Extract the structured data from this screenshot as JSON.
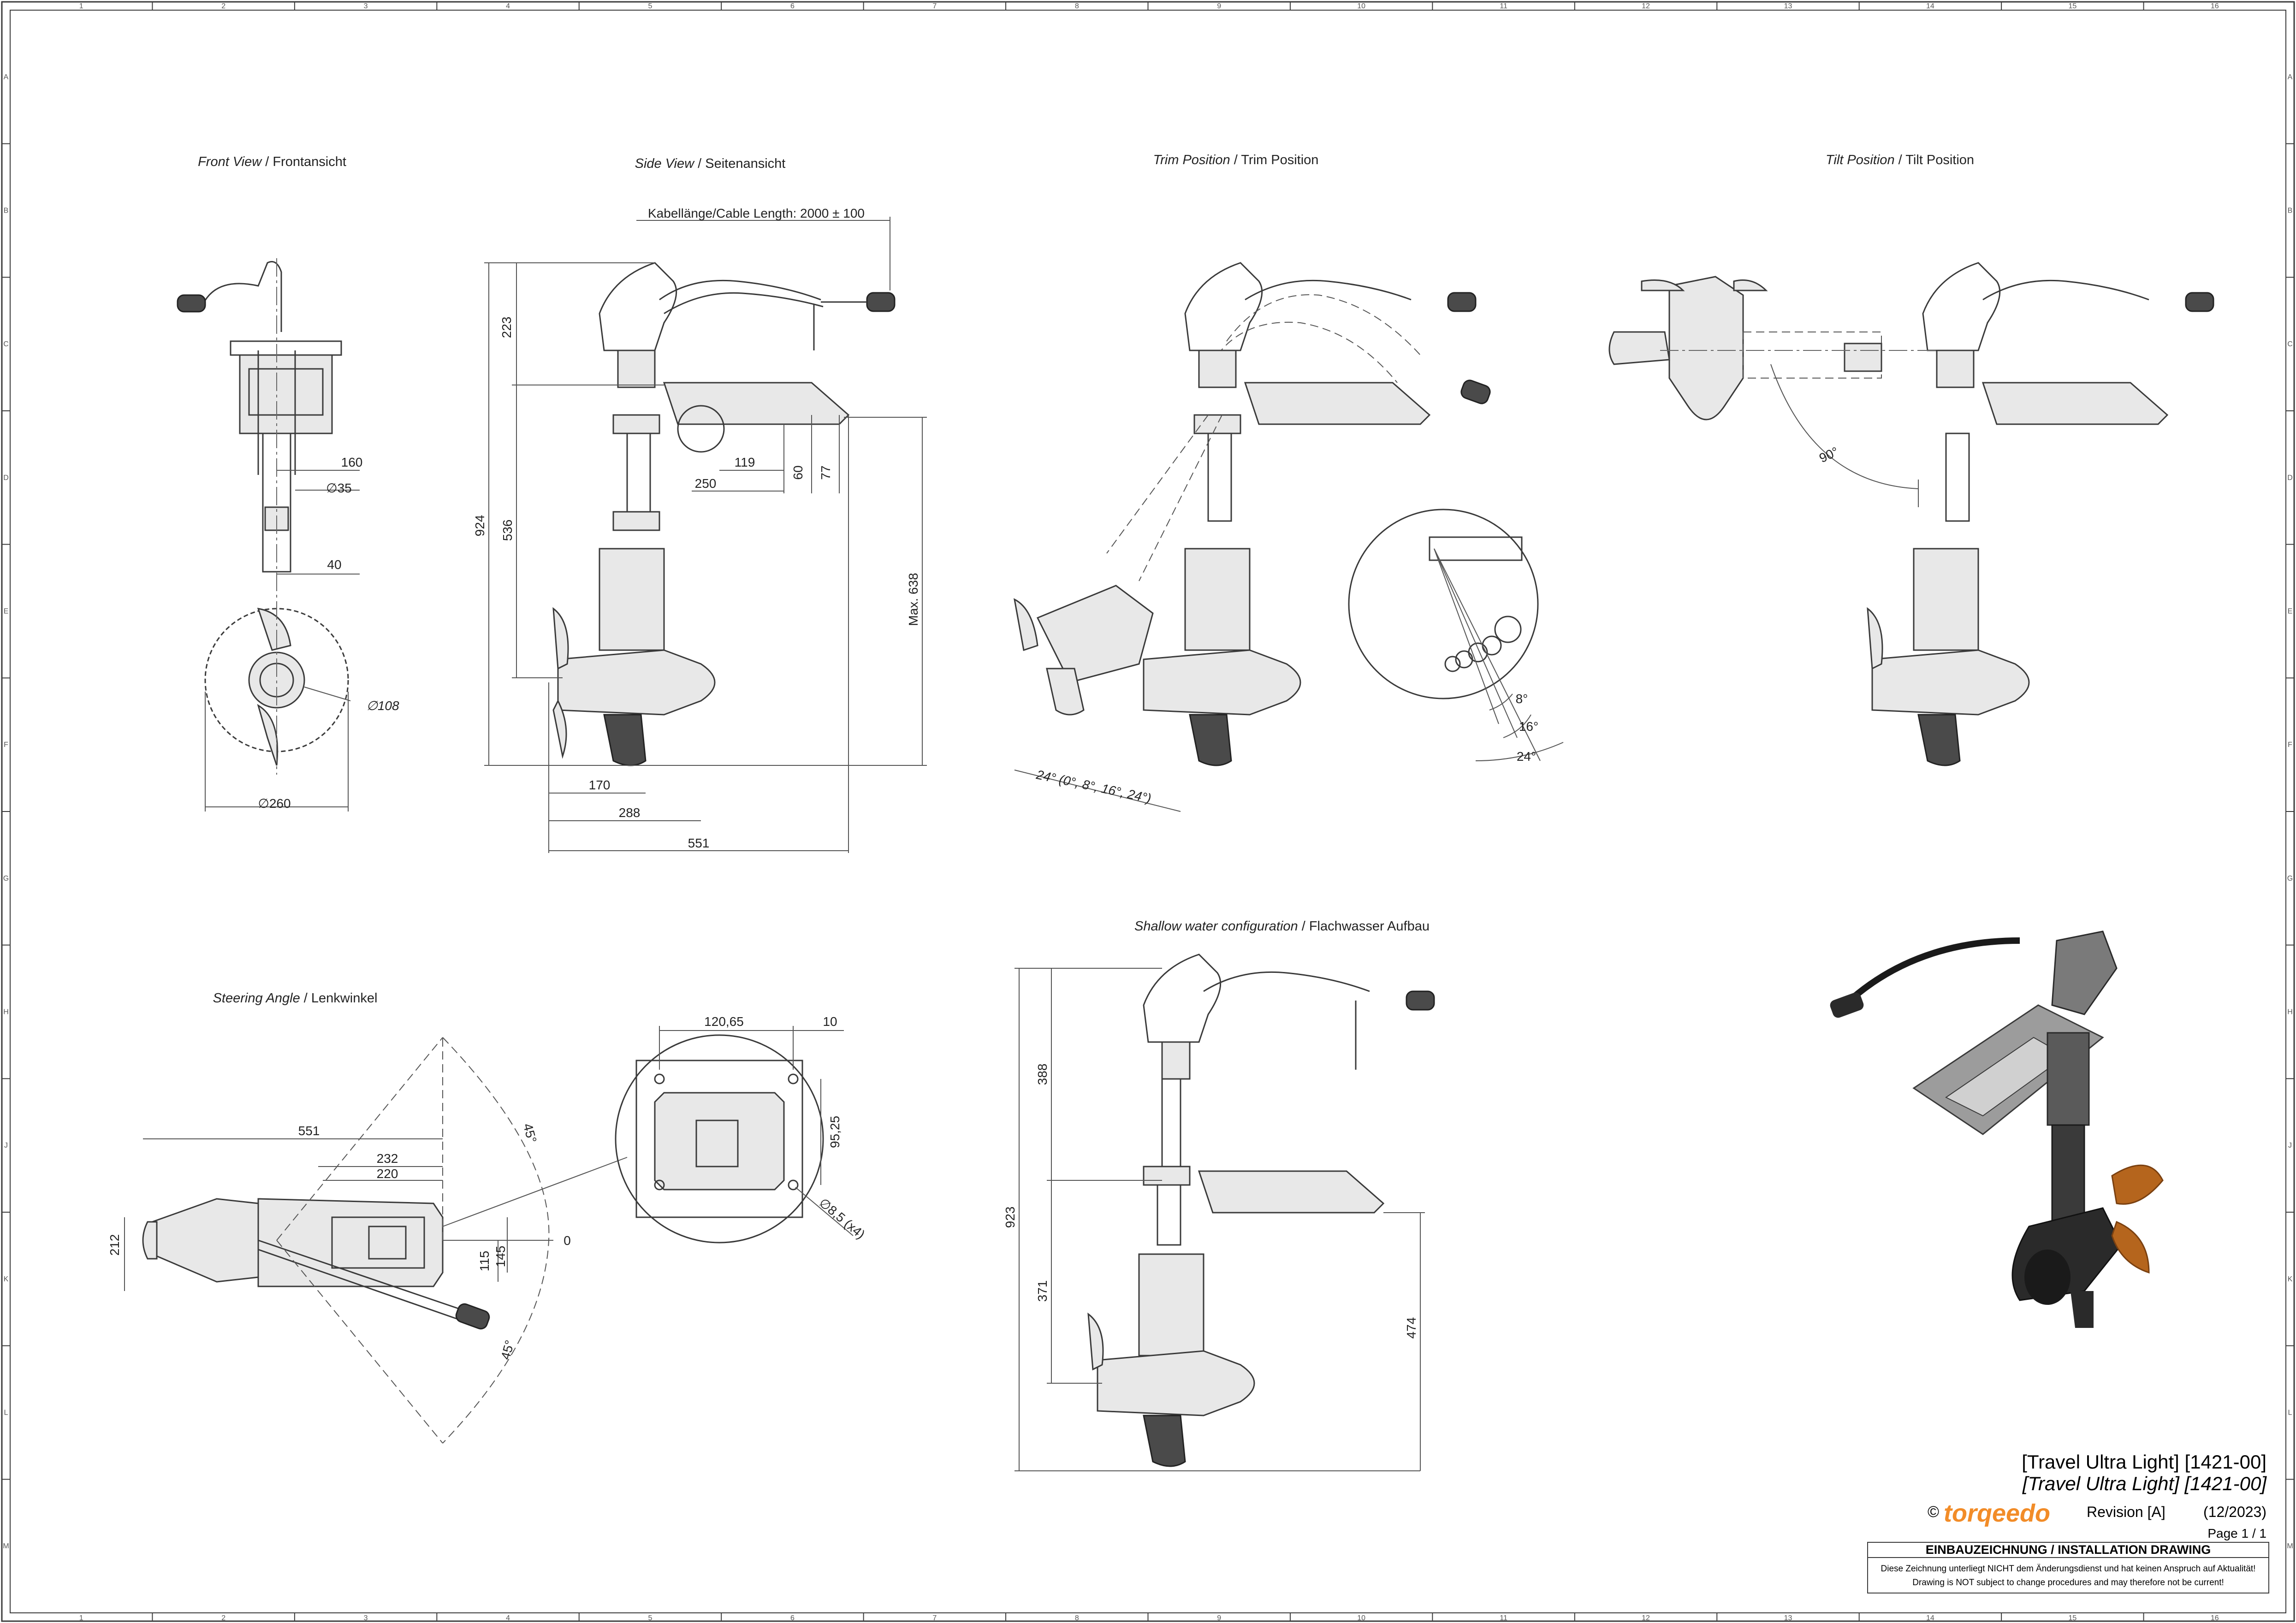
{
  "views": {
    "front": {
      "italic": "Front View",
      "normal": "Frontansicht"
    },
    "side": {
      "italic": "Side View",
      "normal": "Seitenansicht"
    },
    "trim": {
      "italic": "Trim Position",
      "normal": "Trim Position"
    },
    "tilt": {
      "italic": "Tilt Position",
      "normal": "Tilt Position"
    },
    "steering": {
      "italic": "Steering Angle",
      "normal": "Lenkwinkel"
    },
    "shallow": {
      "italic": "Shallow water configuration",
      "normal": "Flachwasser Aufbau"
    }
  },
  "dimensions": {
    "cable_length": "Kabellänge/Cable Length: 2000 ± 100",
    "front": {
      "d160": "160",
      "d35": "∅35",
      "d40": "40",
      "d108": "∅108",
      "d260": "∅260"
    },
    "side": {
      "d223": "223",
      "d924": "924",
      "d536": "536",
      "d119": "119",
      "d250": "250",
      "d60": "60",
      "d77": "77",
      "max638": "Max. 638",
      "d170": "170",
      "d288": "288",
      "d551": "551"
    },
    "trim": {
      "a8": "8°",
      "a16": "16°",
      "a24": "24°",
      "a24full": "24° (0°, 8°, 16°, 24°)"
    },
    "tilt": {
      "a90": "90°"
    },
    "steering": {
      "d551": "551",
      "d232": "232",
      "d220": "220",
      "d212": "212",
      "d115": "115",
      "d145": "145",
      "zero": "0",
      "a45top": "45°",
      "a45bot": "45°"
    },
    "detail": {
      "d12065": "120,65",
      "d10": "10",
      "d9525": "95,25",
      "d85": "∅8,5 (x4)"
    },
    "shallow": {
      "d388": "388",
      "d923": "923",
      "d371": "371",
      "d474": "474"
    }
  },
  "title_block": {
    "title": "[Travel Ultra Light] [1421-00]",
    "subtitle": "[Travel Ultra Light] [1421-00]",
    "copyright": "©",
    "brand": "torqeedo",
    "revision": "Revision  [A]",
    "date": "(12/2023)",
    "page": "Page 1 / 1",
    "drawing_type": "EINBAUZEICHNUNG / INSTALLATION DRAWING",
    "note_de": "Diese Zeichnung unterliegt NICHT dem Änderungsdienst und hat keinen Anspruch auf Aktualität!",
    "note_en": "Drawing is NOT subject to change procedures and may therefore not be current!"
  },
  "frame": {
    "columns": [
      "1",
      "2",
      "3",
      "4",
      "5",
      "6",
      "7",
      "8",
      "9",
      "10",
      "11",
      "12",
      "13",
      "14",
      "15",
      "16"
    ],
    "rows": [
      "A",
      "B",
      "C",
      "D",
      "E",
      "F",
      "G",
      "H",
      "J",
      "K",
      "L",
      "M"
    ]
  },
  "colors": {
    "brand": "#f28c28",
    "propeller_3d": "#b5651d",
    "line": "#3a3a3a"
  }
}
